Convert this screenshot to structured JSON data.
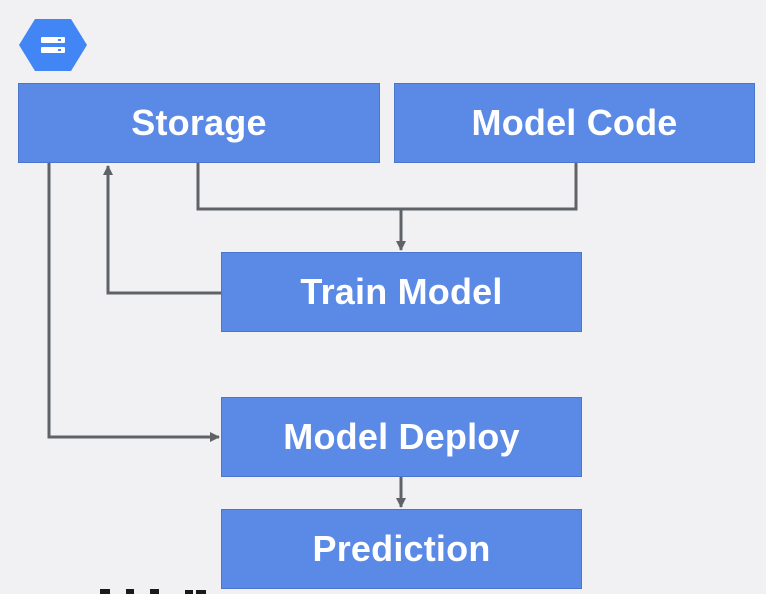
{
  "icon": {
    "name": "storage-hex-icon"
  },
  "colors": {
    "background": "#f1f1f3",
    "box_fill": "#5b8ae6",
    "box_text": "#ffffff",
    "connector": "#5f6368",
    "icon_fill": "#4285f4"
  },
  "nodes": {
    "storage": "Storage",
    "model_code": "Model Code",
    "train_model": "Train Model",
    "model_deploy": "Model Deploy",
    "prediction": "Prediction"
  },
  "edges": [
    {
      "from": "storage",
      "to": "train_model"
    },
    {
      "from": "model_code",
      "to": "train_model"
    },
    {
      "from": "train_model",
      "to": "storage"
    },
    {
      "from": "storage",
      "to": "model_deploy"
    },
    {
      "from": "model_deploy",
      "to": "prediction"
    }
  ]
}
